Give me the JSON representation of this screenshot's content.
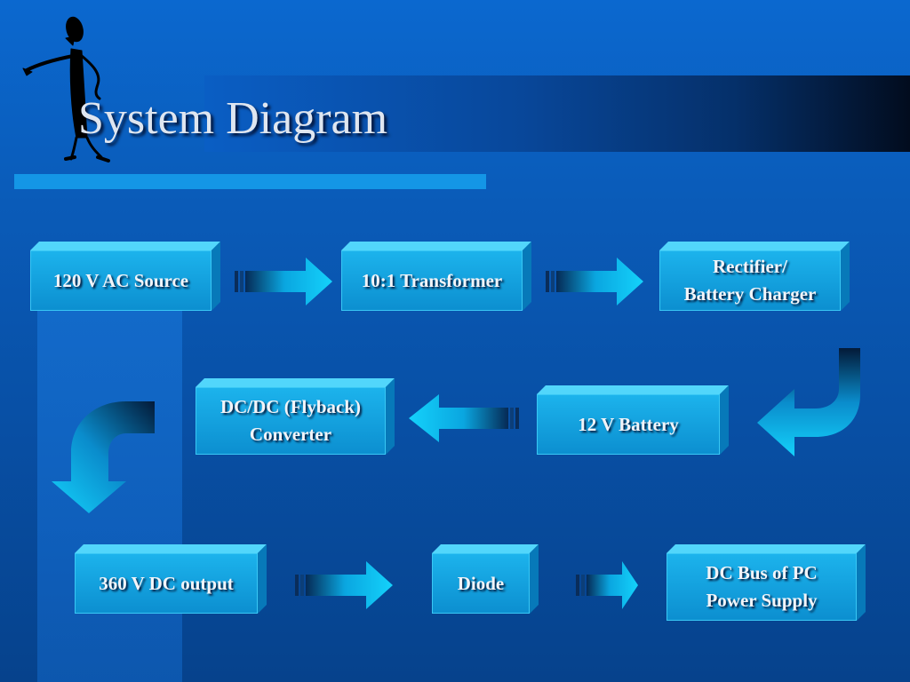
{
  "slide": {
    "title": "System Diagram",
    "colors": {
      "background": "#0a5bb8",
      "box": "#1cb3ec",
      "arrow": "#10c6f4",
      "accent_bar": "#1496e6"
    }
  },
  "nodes": [
    {
      "id": "ac-source",
      "label": "120 V AC Source"
    },
    {
      "id": "transformer",
      "label": "10:1 Transformer"
    },
    {
      "id": "rectifier",
      "label": "Rectifier/\nBattery Charger"
    },
    {
      "id": "flyback",
      "label": "DC/DC (Flyback)\nConverter"
    },
    {
      "id": "battery",
      "label": "12 V Battery"
    },
    {
      "id": "dc-output",
      "label": "360 V DC output"
    },
    {
      "id": "diode",
      "label": "Diode"
    },
    {
      "id": "dc-bus",
      "label": "DC Bus of PC\nPower Supply"
    }
  ],
  "edges": [
    {
      "from": "ac-source",
      "to": "transformer"
    },
    {
      "from": "transformer",
      "to": "rectifier"
    },
    {
      "from": "rectifier",
      "to": "battery"
    },
    {
      "from": "battery",
      "to": "flyback"
    },
    {
      "from": "flyback",
      "to": "dc-output"
    },
    {
      "from": "dc-output",
      "to": "diode"
    },
    {
      "from": "diode",
      "to": "dc-bus"
    }
  ],
  "icons": {
    "presenter": "pointing-stick-figure-icon"
  }
}
